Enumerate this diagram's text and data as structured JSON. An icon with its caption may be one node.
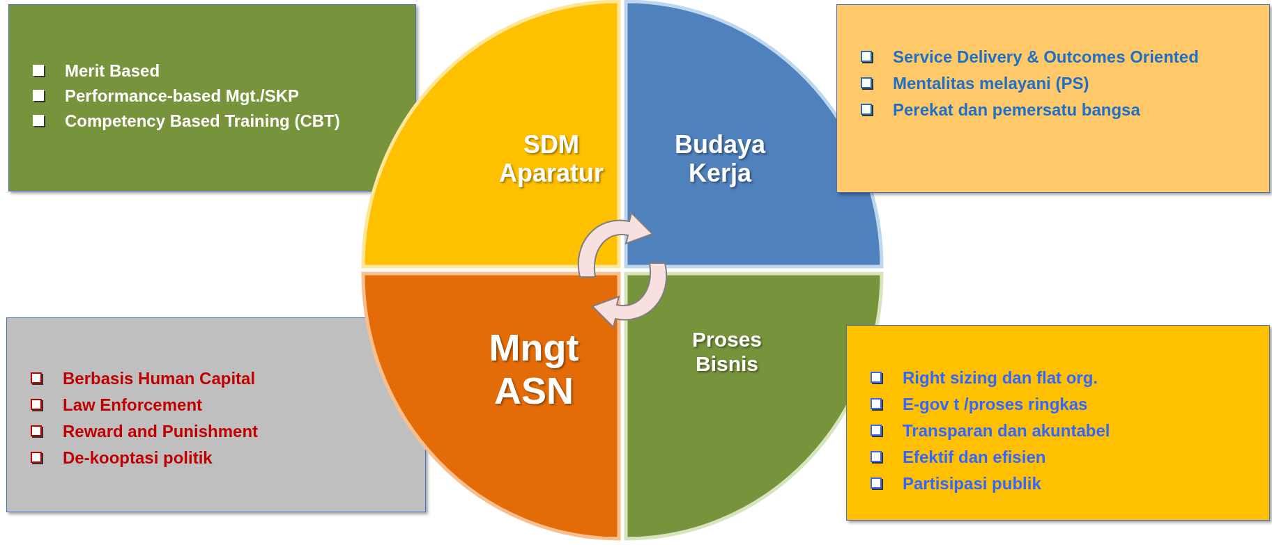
{
  "diagram": {
    "nodes": [
      {
        "text": [
          "Merit Based",
          "Performance-based Mgt./SKP",
          "Competency Based Training (CBT)"
        ]
      },
      {
        "text": [
          "SDM Aparatur"
        ]
      },
      {
        "text": [
          "Budaya Kerja"
        ]
      },
      {
        "text": [
          "Service Delivery & Outcomes Oriented",
          "Mentalitas melayani (PS)",
          "Perekat dan pemersatu bangsa"
        ]
      },
      {
        "text": [
          "Berbasis Human Capital",
          "Law Enforcement",
          "Reward and Punishment",
          "De-kooptasi politik"
        ]
      },
      {
        "text": [
          "Mngt ASN"
        ]
      },
      {
        "text": [
          "Proses Bisnis"
        ]
      },
      {
        "text": [
          "Right sizing dan flat org.",
          "E-gov t /proses ringkas",
          "Transparan dan akuntabel",
          "Efektif dan efisien",
          "Partisipasi publik"
        ]
      }
    ],
    "edges": []
  }
}
